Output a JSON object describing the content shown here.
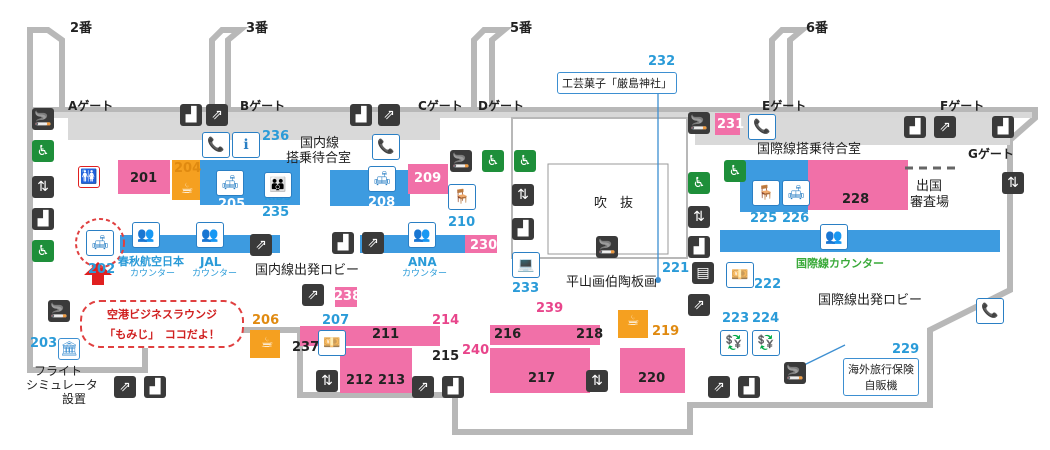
{
  "piers": [
    "2番",
    "3番",
    "5番",
    "6番"
  ],
  "gates": [
    "Aゲート",
    "Bゲート",
    "Cゲート",
    "Dゲート",
    "Eゲート",
    "Fゲート",
    "Gゲート"
  ],
  "areas": {
    "domestic_waiting": [
      "国内線",
      "搭乗待合室"
    ],
    "international_waiting": "国際線搭乗待合室",
    "void": "吹　抜",
    "immigration": [
      "出国",
      "審査場"
    ],
    "domestic_departure_lobby": "国内線出発ロビー",
    "international_departure_lobby": "国際線出発ロビー",
    "painting": "平山画伯陶板画",
    "flight_sim": [
      "フライト",
      "シミュレータ",
      "設置"
    ],
    "insurance": [
      "海外旅行保険",
      "自販機"
    ],
    "crafts": "工芸菓子「厳島神社」"
  },
  "counters": {
    "spring": "春秋航空日本",
    "jal": "JAL",
    "ana": "ANA",
    "intl": "国際線カウンター",
    "counter_word": "カウンター"
  },
  "kids_label": "KIDS",
  "callout": {
    "line1": "空港ビジネスラウンジ",
    "line2": "「もみじ」　ココだよ！"
  },
  "numbers": [
    "201",
    "202",
    "203",
    "204",
    "205",
    "206",
    "207",
    "208",
    "209",
    "210",
    "211",
    "212",
    "213",
    "214",
    "215",
    "216",
    "217",
    "218",
    "219",
    "220",
    "221",
    "222",
    "223",
    "224",
    "225",
    "226",
    "228",
    "229",
    "230",
    "231",
    "232",
    "233",
    "235",
    "236",
    "237",
    "238",
    "239",
    "240"
  ]
}
